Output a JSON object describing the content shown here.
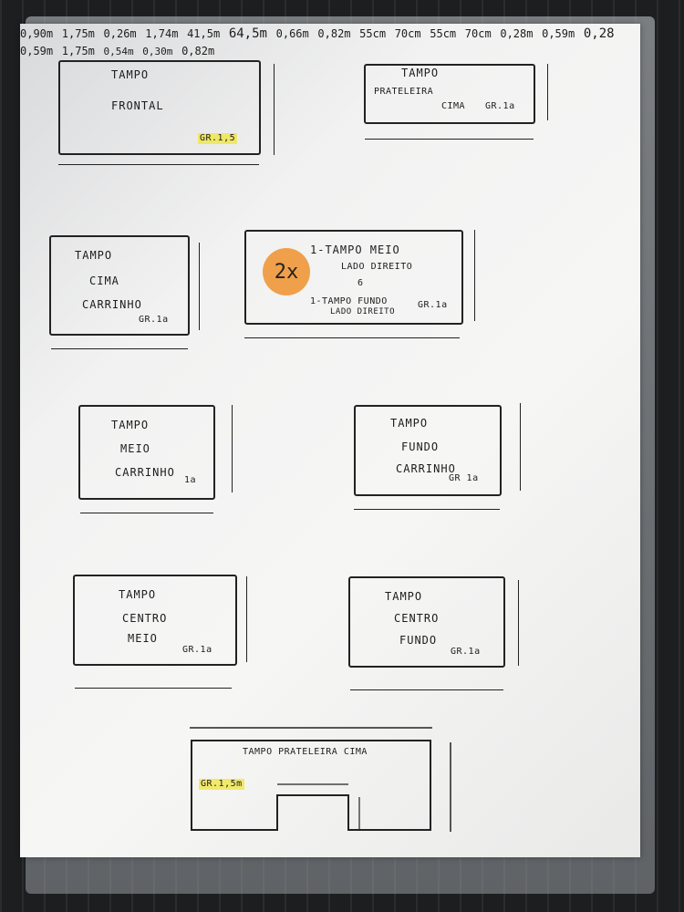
{
  "pieces": {
    "p1": {
      "line1": "TAMPO",
      "line2": "FRONTAL",
      "grade": "GR.1,5",
      "w": "1,75m",
      "h": "0,90m"
    },
    "p2": {
      "line1": "TAMPO",
      "line2": "PRATELEIRA",
      "line3": "CIMA",
      "grade": "GR.1a",
      "w": "1,74m",
      "h": "0,26m"
    },
    "p3": {
      "line1": "TAMPO",
      "line2": "CIMA",
      "line3": "CARRINHO",
      "grade": "GR.1a",
      "w": "64,5m",
      "h": "41,5m"
    },
    "p4": {
      "badge": "2x",
      "line1": "1-TAMPO MEIO",
      "line2": "LADO DIREITO",
      "line3": "6",
      "line4": "1-TAMPO FUNDO",
      "line5": "LADO DIREITO",
      "grade": "GR.1a",
      "w": "0,82m",
      "h": "0,66m"
    },
    "p5": {
      "line1": "TAMPO",
      "line2": "MEIO",
      "line3": "CARRINHO",
      "grade": "1a",
      "w": "70cm",
      "h": "55cm"
    },
    "p6": {
      "line1": "TAMPO",
      "line2": "FUNDO",
      "line3": "CARRINHO",
      "grade": "GR 1a",
      "w": "70cm",
      "h": "55cm"
    },
    "p7": {
      "line1": "TAMPO",
      "line2": "CENTRO",
      "line3": "MEIO",
      "grade": "GR.1a",
      "w": "0,59m",
      "h": "0,28m"
    },
    "p8": {
      "line1": "TAMPO",
      "line2": "CENTRO",
      "line3": "FUNDO",
      "grade": "GR.1a",
      "w": "0,59m",
      "h": "0,28"
    },
    "p9": {
      "title": "TAMPO PRATELEIRA CIMA",
      "grade": "GR.1,5m",
      "cut_w": "0,54m",
      "cut_h": "0,30m",
      "w": "1,75m",
      "h": "0,82m"
    }
  }
}
